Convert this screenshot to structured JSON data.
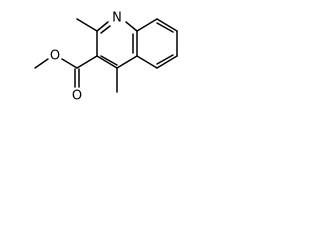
{
  "molecule": {
    "atoms": {
      "n1": "N",
      "o_carbonyl": "O",
      "o_ester": "O"
    }
  },
  "colors": {
    "bond": "#000000",
    "label": "#000000",
    "background": "#ffffff"
  }
}
